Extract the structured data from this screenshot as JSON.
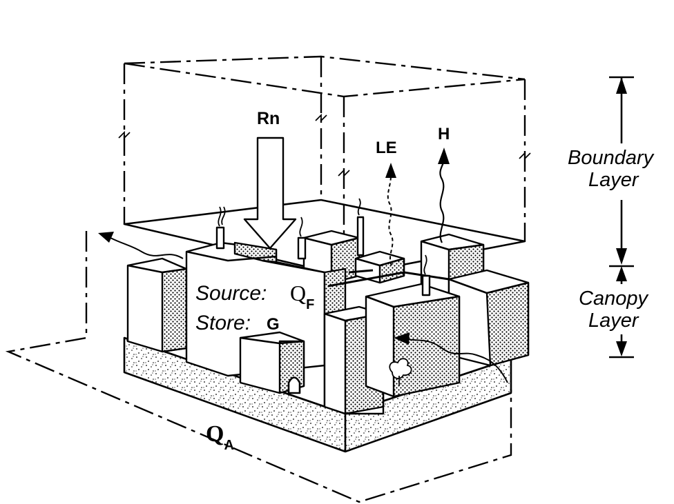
{
  "labels": {
    "rn": "Rn",
    "le": "LE",
    "h": "H",
    "boundary_line1": "Boundary",
    "boundary_line2": "Layer",
    "canopy_line1": "Canopy",
    "canopy_line2": "Layer",
    "source": "Source:",
    "q_main": "Q",
    "f_sub": "F",
    "store": "Store:",
    "g": "G",
    "qa_main": "Q",
    "a_sub": "A"
  }
}
